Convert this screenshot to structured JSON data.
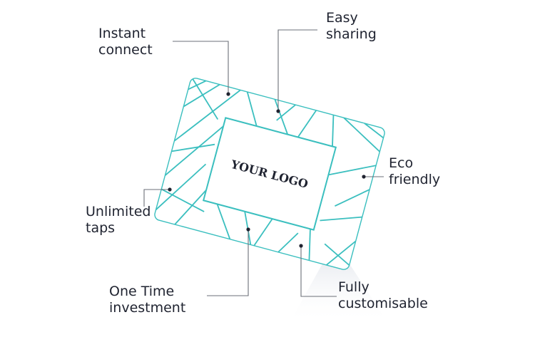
{
  "card": {
    "logo_text": "YOUR LOGO"
  },
  "callouts": {
    "instant_connect": {
      "line1": "Instant",
      "line2": "connect"
    },
    "easy_sharing": {
      "line1": "Easy",
      "line2": "sharing"
    },
    "eco_friendly": {
      "line1": "Eco",
      "line2": "friendly"
    },
    "unlimited_taps": {
      "line1": "Unlimited",
      "line2": "taps"
    },
    "one_time_investment": {
      "line1": "One Time",
      "line2": "investment"
    },
    "fully_customisable": {
      "line1": "Fully",
      "line2": "customisable"
    }
  },
  "colors": {
    "accent": "#3bbfbf",
    "text": "#1f2330",
    "leader": "#6b6f78"
  }
}
